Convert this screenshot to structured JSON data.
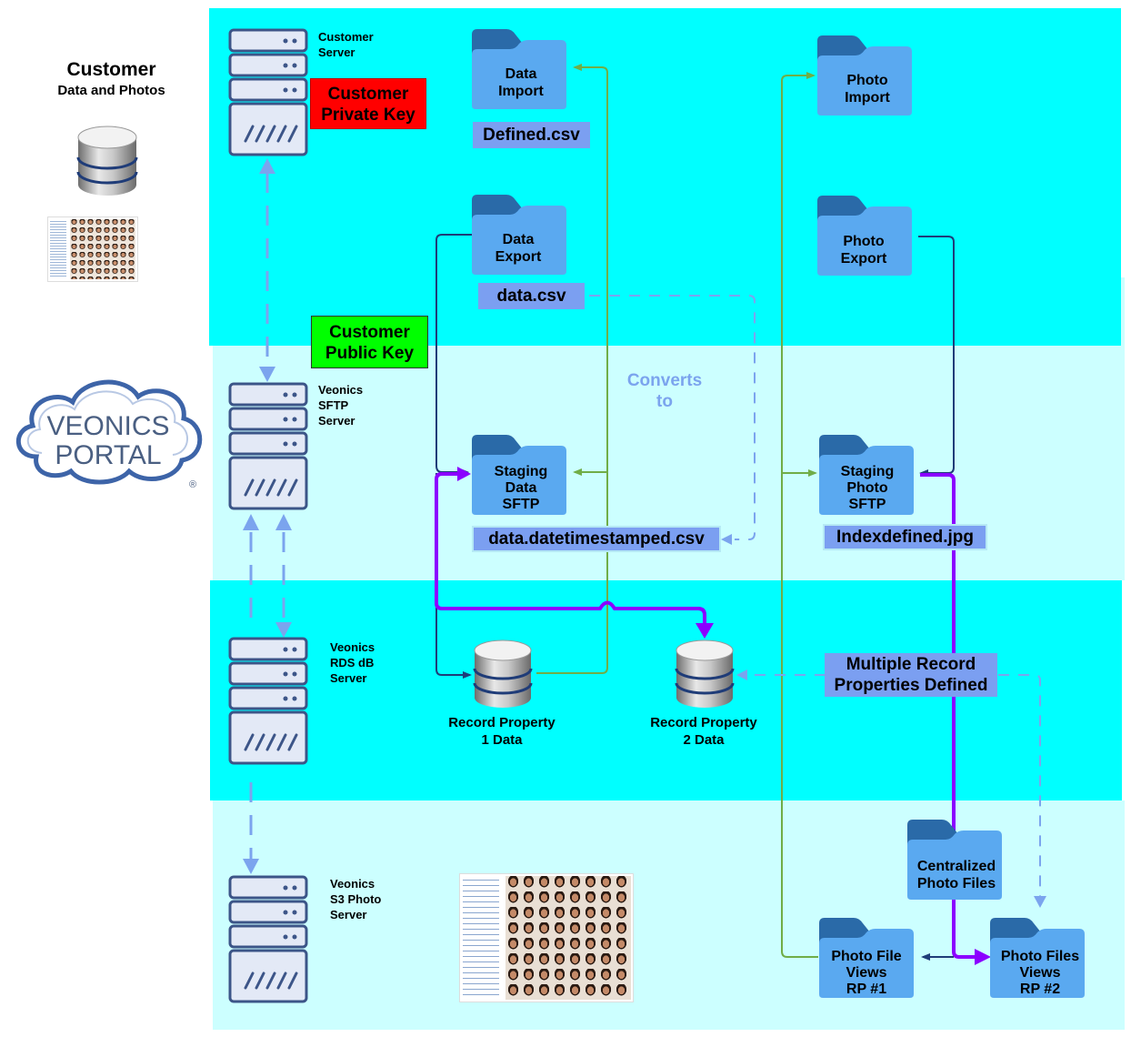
{
  "header": {
    "title": "Customer",
    "subtitle": "Data and Photos"
  },
  "logo": {
    "line1": "VEONICS",
    "line2": "PORTAL",
    "mark": "®"
  },
  "servers": {
    "customer": "Customer\nServer",
    "sftp": "Veonics\nSFTP\nServer",
    "rds": "Veonics\nRDS dB\nServer",
    "s3": "Veonics\nS3 Photo\nServer"
  },
  "keys": {
    "private": "Customer\nPrivate Key",
    "public": "Customer\nPublic Key",
    "private_color": "#ff0000",
    "public_color": "#00ff00"
  },
  "folders": {
    "data_import": "Data\nImport",
    "data_export": "Data\nExport",
    "staging_data": "Staging\nData\nSFTP",
    "photo_import": "Photo\nImport",
    "photo_export": "Photo\nExport",
    "staging_photo": "Staging\nPhoto\nSFTP",
    "centralized": "Centralized\nPhoto Files",
    "views_rp1": "Photo File\nViews\nRP #1",
    "views_rp2": "Photo Files\nViews\nRP #2"
  },
  "files": {
    "defined": "Defined.csv",
    "data": "data.csv",
    "datestamped": "data.datetimestamped.csv",
    "indexdefined": "Indexdefined.jpg"
  },
  "databases": {
    "rp1": "Record Property\n1 Data",
    "rp2": "Record Property\n2 Data"
  },
  "annotations": {
    "converts": "Converts\nto",
    "multiple": "Multiple Record\nProperties Defined"
  },
  "colors": {
    "band_dark": "#00ffff",
    "band_light": "#ccffff",
    "folder_front": "#5aa9f0",
    "folder_back": "#2a6aa8",
    "file_label": "#7b9ff1",
    "arrow_purple": "#8b00ff",
    "arrow_green": "#70ad47",
    "arrow_navy": "#1f3c78",
    "arrow_dashed": "#7ba4ee"
  }
}
